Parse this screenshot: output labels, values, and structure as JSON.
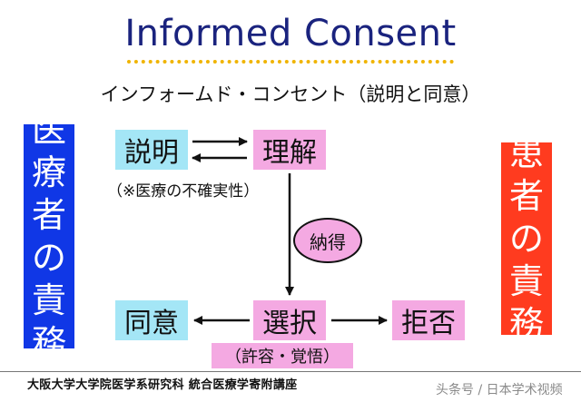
{
  "title": "Informed Consent",
  "subtitle": "インフォームド・コンセント（説明と同意）",
  "left_label": [
    "医",
    "療",
    "者",
    "の",
    "責",
    "務"
  ],
  "right_label": [
    "患",
    "者",
    "の",
    "責",
    "務"
  ],
  "nodes": {
    "explanation": "説明",
    "understanding": "理解",
    "consent": "同意",
    "choice": "選択",
    "refusal": "拒否"
  },
  "uncertainty_note": "（※医療の不確実性）",
  "acceptance": "納得",
  "permission_note": "（許容・覚悟）",
  "footer": "大阪大学大学院医学系研究科 統合医療学寄附講座",
  "watermark": "头条号 / 日本学术视频",
  "colors": {
    "title": "#1a237e",
    "left_box": "#1037e6",
    "right_box": "#ff3b1f",
    "cyan_node": "#a4e6f6",
    "pink_node": "#f4a9e2",
    "dots": "#f0b400"
  }
}
